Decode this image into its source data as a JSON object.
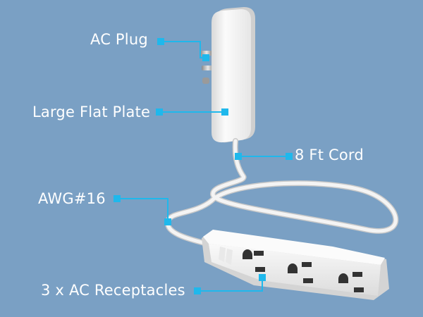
{
  "callouts": {
    "ac_plug": "AC Plug",
    "flat_plate": "Large Flat Plate",
    "cord": "8 Ft Cord",
    "awg": "AWG#16",
    "receptacles": "3 x AC Receptacles"
  },
  "colors": {
    "background": "#7aa0c4",
    "leader": "#1fb8ec",
    "product": "#f2f2f2",
    "text": "#ffffff"
  }
}
